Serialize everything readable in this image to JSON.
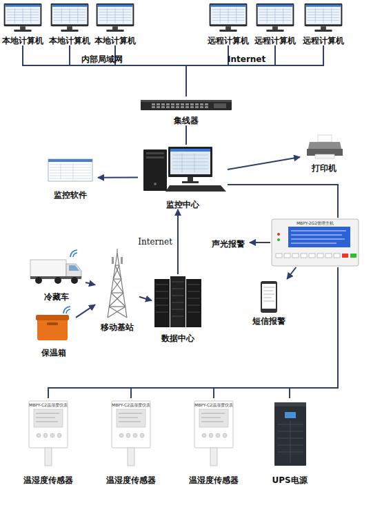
{
  "diagram": {
    "nodes": [
      {
        "text": [
          "本地计算机"
        ]
      },
      {
        "text": [
          "本地计算机"
        ]
      },
      {
        "text": [
          "本地计算机"
        ]
      },
      {
        "text": [
          "远程计算机"
        ]
      },
      {
        "text": [
          "远程计算机"
        ]
      },
      {
        "text": [
          "远程计算机"
        ]
      },
      {
        "text": [
          "集线器"
        ]
      },
      {
        "text": [
          "监控软件"
        ]
      },
      {
        "text": [
          "监控中心"
        ]
      },
      {
        "text": [
          "打印机"
        ]
      },
      {
        "text": [
          "MBPY-2G2管理主机"
        ]
      },
      {
        "text": [
          "声光报警"
        ]
      },
      {
        "text": [
          "短信报警"
        ]
      },
      {
        "text": [
          "冷藏车"
        ]
      },
      {
        "text": [
          "保温箱"
        ]
      },
      {
        "text": [
          "移动基站"
        ]
      },
      {
        "text": [
          "数据中心"
        ]
      },
      {
        "text": [
          "MBPY-C2温湿度仪表",
          "温湿度传感器"
        ]
      },
      {
        "text": [
          "MBPY-C2温湿度仪表",
          "温湿度传感器"
        ]
      },
      {
        "text": [
          "MBPY-C2温湿度仪表",
          "温湿度传感器"
        ]
      },
      {
        "text": [
          "UPS电源"
        ]
      }
    ],
    "edges": [
      {
        "from": 0,
        "to": 6,
        "arrow": "none"
      },
      {
        "from": 1,
        "to": 6,
        "arrow": "none"
      },
      {
        "from": 2,
        "to": 6,
        "arrow": "none"
      },
      {
        "from": 3,
        "to": 6,
        "arrow": "none"
      },
      {
        "from": 4,
        "to": 6,
        "arrow": "none"
      },
      {
        "from": 5,
        "to": 6,
        "arrow": "none"
      },
      {
        "from": 6,
        "to": 8,
        "arrow": "none"
      },
      {
        "from": 8,
        "to": 7,
        "arrow": "to"
      },
      {
        "from": 8,
        "to": 9,
        "arrow": "to"
      },
      {
        "from": 8,
        "to": 10,
        "arrow": "none"
      },
      {
        "from": 10,
        "to": 11,
        "arrow": "to"
      },
      {
        "from": 10,
        "to": 12,
        "arrow": "to"
      },
      {
        "from": 10,
        "to": 17,
        "arrow": "none"
      },
      {
        "from": 10,
        "to": 18,
        "arrow": "none"
      },
      {
        "from": 10,
        "to": 19,
        "arrow": "none"
      },
      {
        "from": 10,
        "to": 20,
        "arrow": "none"
      },
      {
        "from": 13,
        "to": 15,
        "arrow": "to"
      },
      {
        "from": 14,
        "to": 15,
        "arrow": "to"
      },
      {
        "from": 15,
        "to": 16,
        "arrow": "to"
      },
      {
        "from": 16,
        "to": 8,
        "label": "Internet",
        "arrow": "to"
      }
    ],
    "labels": [
      "内部局域网",
      "Internet"
    ]
  }
}
